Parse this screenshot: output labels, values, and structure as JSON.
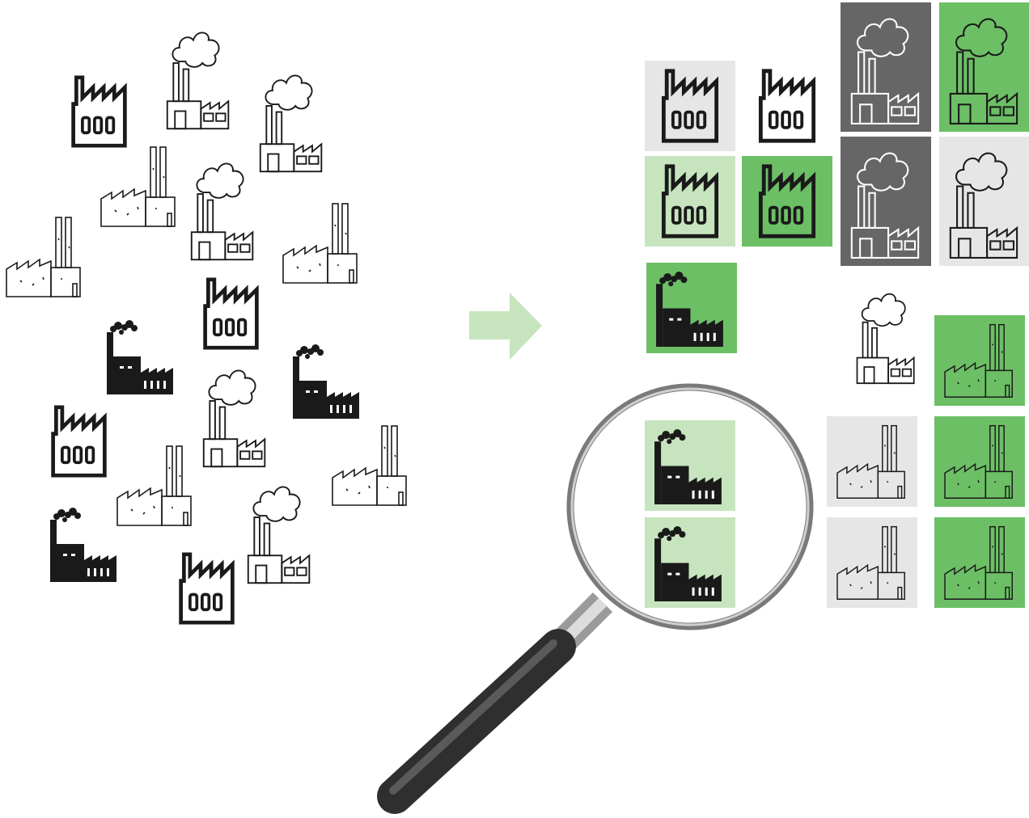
{
  "palette": {
    "light_grey": "#e6e6e6",
    "dark_grey": "#666666",
    "light_green": "#c6e5be",
    "green": "#6cbf65",
    "arrow": "#c6e5be",
    "ink": "#1a1a1a"
  },
  "icon_types": {
    "A": "factory-sawtooth-icon",
    "B": "factory-smoke-icon",
    "C": "factory-sketch-icon",
    "D": "factory-dark-icon"
  },
  "unsorted_factories": [
    "A",
    "A",
    "A",
    "A",
    "B",
    "B",
    "B",
    "B",
    "B",
    "C",
    "C",
    "C",
    "C",
    "C",
    "D",
    "D",
    "D"
  ],
  "sorted_factories": [
    {
      "type": "A",
      "tile": "light_grey"
    },
    {
      "type": "A",
      "tile": "none"
    },
    {
      "type": "A",
      "tile": "light_green"
    },
    {
      "type": "A",
      "tile": "green"
    },
    {
      "type": "B",
      "tile": "dark_grey"
    },
    {
      "type": "B",
      "tile": "green"
    },
    {
      "type": "B",
      "tile": "dark_grey"
    },
    {
      "type": "B",
      "tile": "light_grey"
    },
    {
      "type": "D",
      "tile": "green"
    },
    {
      "type": "B",
      "tile": "none"
    },
    {
      "type": "C",
      "tile": "green"
    },
    {
      "type": "D",
      "tile": "light_green"
    },
    {
      "type": "D",
      "tile": "light_green"
    },
    {
      "type": "C",
      "tile": "light_grey"
    },
    {
      "type": "C",
      "tile": "green"
    },
    {
      "type": "C",
      "tile": "light_grey"
    },
    {
      "type": "C",
      "tile": "green"
    }
  ]
}
